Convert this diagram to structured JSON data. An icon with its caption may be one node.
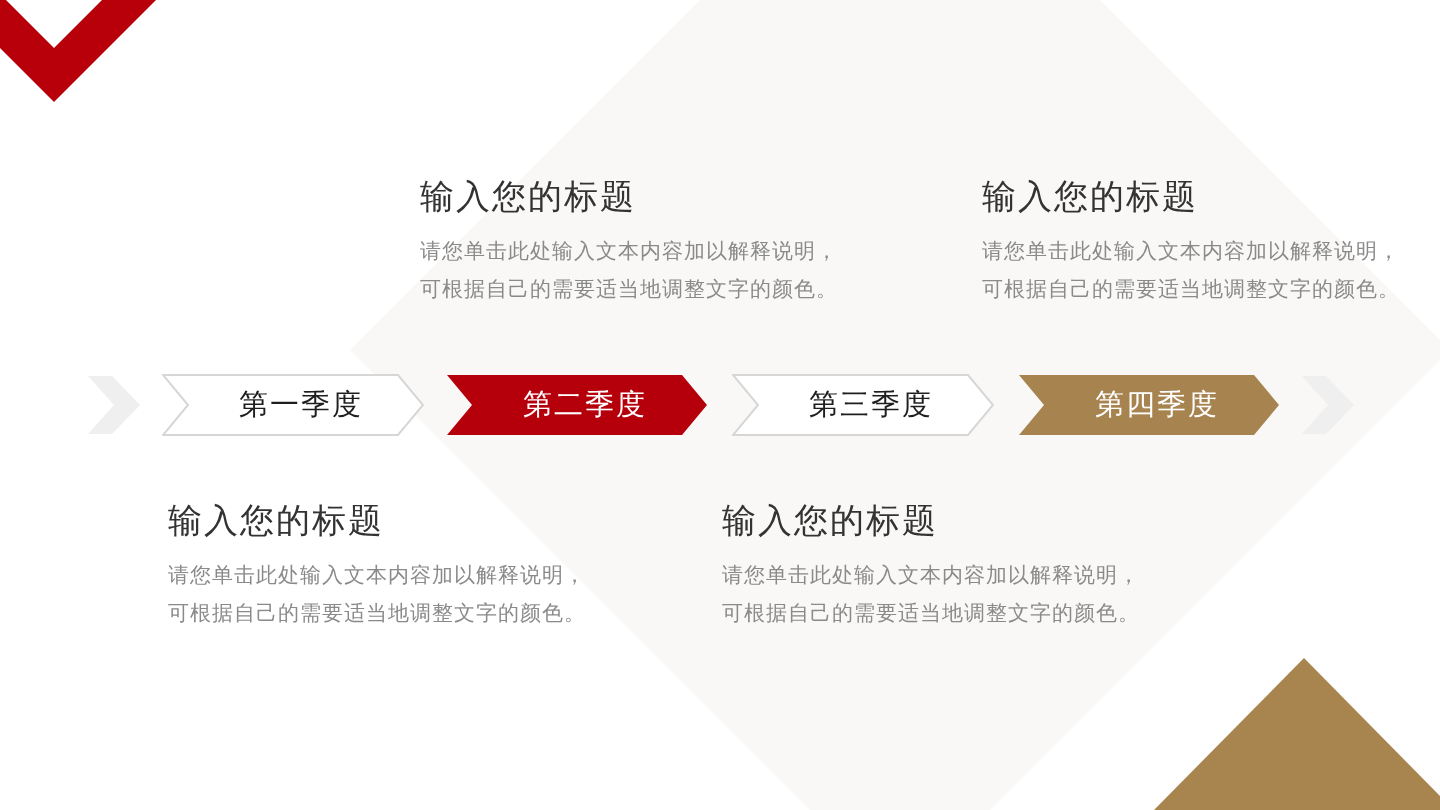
{
  "diagram": {
    "nodes": [
      {
        "text": [
          "第一季度"
        ],
        "beside": [
          "输入您的标题",
          "请您单击此处输入文本内容加以解释说明，可根据自己的需要适当地调整文字的颜色。"
        ]
      },
      {
        "text": [
          "第二季度"
        ],
        "beside": [
          "输入您的标题",
          "请您单击此处输入文本内容加以解释说明，可根据自己的需要适当地调整文字的颜色。"
        ]
      },
      {
        "text": [
          "第三季度"
        ],
        "beside": [
          "输入您的标题",
          "请您单击此处输入文本内容加以解释说明，可根据自己的需要适当地调整文字的颜色。"
        ]
      },
      {
        "text": [
          "第四季度"
        ],
        "beside": [
          "输入您的标题",
          "请您单击此处输入文本内容加以解释说明，可根据自己的需要适当地调整文字的颜色。"
        ]
      }
    ]
  }
}
